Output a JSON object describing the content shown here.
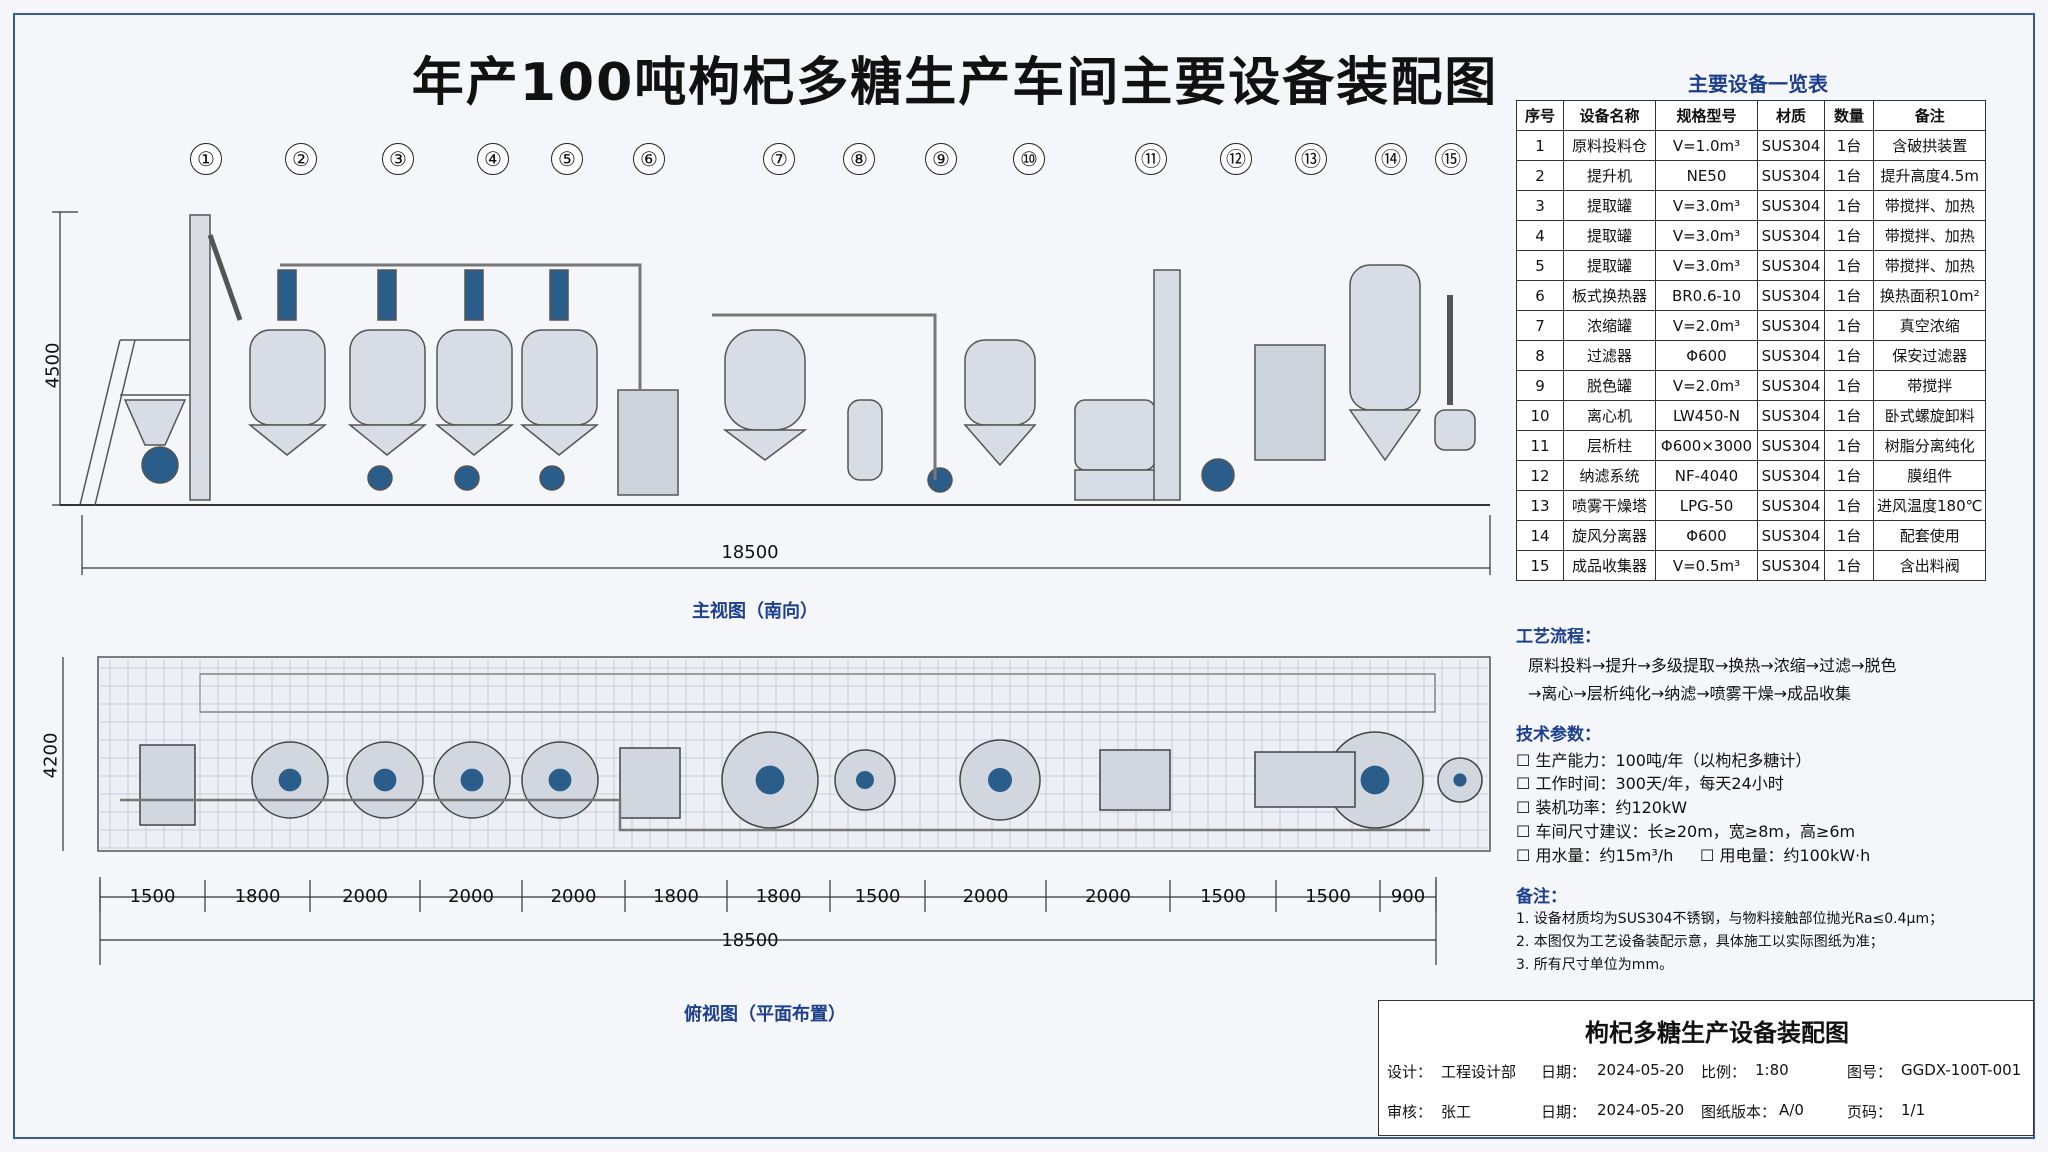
{
  "title": "年产100吨枸杞多糖生产车间主要设备装配图",
  "front_view": {
    "caption": "主视图（南向）",
    "height_dim": "4500",
    "width_dim": "18500",
    "callouts": [
      "①",
      "②",
      "③",
      "④",
      "⑤",
      "⑥",
      "⑦",
      "⑧",
      "⑨",
      "⑩",
      "⑪",
      "⑫",
      "⑬",
      "⑭",
      "⑮"
    ]
  },
  "plan_view": {
    "caption": "俯视图（平面布置）",
    "height_dim": "4200",
    "segments": [
      "1500",
      "1800",
      "2000",
      "2000",
      "2000",
      "1800",
      "1800",
      "1500",
      "2000",
      "2000",
      "1500",
      "1500",
      "900"
    ],
    "total_dim": "18500"
  },
  "equipment_table": {
    "title": "主要设备一览表",
    "headers": [
      "序号",
      "设备名称",
      "规格型号",
      "材质",
      "数量",
      "备注"
    ],
    "rows": [
      [
        "1",
        "原料投料仓",
        "V=1.0m³",
        "SUS304",
        "1台",
        "含破拱装置"
      ],
      [
        "2",
        "提升机",
        "NE50",
        "SUS304",
        "1台",
        "提升高度4.5m"
      ],
      [
        "3",
        "提取罐",
        "V=3.0m³",
        "SUS304",
        "1台",
        "带搅拌、加热"
      ],
      [
        "4",
        "提取罐",
        "V=3.0m³",
        "SUS304",
        "1台",
        "带搅拌、加热"
      ],
      [
        "5",
        "提取罐",
        "V=3.0m³",
        "SUS304",
        "1台",
        "带搅拌、加热"
      ],
      [
        "6",
        "板式换热器",
        "BR0.6-10",
        "SUS304",
        "1台",
        "换热面积10m²"
      ],
      [
        "7",
        "浓缩罐",
        "V=2.0m³",
        "SUS304",
        "1台",
        "真空浓缩"
      ],
      [
        "8",
        "过滤器",
        "Φ600",
        "SUS304",
        "1台",
        "保安过滤器"
      ],
      [
        "9",
        "脱色罐",
        "V=2.0m³",
        "SUS304",
        "1台",
        "带搅拌"
      ],
      [
        "10",
        "离心机",
        "LW450-N",
        "SUS304",
        "1台",
        "卧式螺旋卸料"
      ],
      [
        "11",
        "层析柱",
        "Φ600×3000",
        "SUS304",
        "1台",
        "树脂分离纯化"
      ],
      [
        "12",
        "纳滤系统",
        "NF-4040",
        "SUS304",
        "1台",
        "膜组件"
      ],
      [
        "13",
        "喷雾干燥塔",
        "LPG-50",
        "SUS304",
        "1台",
        "进风温度180℃"
      ],
      [
        "14",
        "旋风分离器",
        "Φ600",
        "SUS304",
        "1台",
        "配套使用"
      ],
      [
        "15",
        "成品收集器",
        "V=0.5m³",
        "SUS304",
        "1台",
        "含出料阀"
      ]
    ]
  },
  "process": {
    "heading": "工艺流程：",
    "line1": "原料投料→提升→多级提取→换热→浓缩→过滤→脱色",
    "line2": "→离心→层析纯化→纳滤→喷雾干燥→成品收集"
  },
  "tech": {
    "heading": "技术参数：",
    "items": [
      "生产能力：100吨/年（以枸杞多糖计）",
      "工作时间：300天/年，每天24小时",
      "装机功率：约120kW",
      "车间尺寸建议：长≥20m，宽≥8m，高≥6m",
      "用水量：约15m³/h",
      "用电量：约100kW·h"
    ]
  },
  "notes": {
    "heading": "备注：",
    "items": [
      "1. 设备材质均为SUS304不锈钢，与物料接触部位抛光Ra≤0.4μm；",
      "2. 本图仅为工艺设备装配示意，具体施工以实际图纸为准；",
      "3. 所有尺寸单位为mm。"
    ]
  },
  "title_block": {
    "name": "枸杞多糖生产设备装配图",
    "design_label": "设计：",
    "design_value": "工程设计部",
    "review_label": "审核：",
    "review_value": "张工",
    "date_label1": "日期：",
    "date_value1": "2024-05-20",
    "date_label2": "日期：",
    "date_value2": "2024-05-20",
    "scale_label": "比例：",
    "scale_value": "1:80",
    "version_label": "图纸版本：",
    "version_value": "A/0",
    "drawing_no_label": "图号：",
    "drawing_no_value": "GGDX-100T-001",
    "page_label": "页码：",
    "page_value": "1/1"
  },
  "colors": {
    "accent": "#1d3f8c",
    "steel": "#c9ced6",
    "motor": "#2a5d8a"
  }
}
